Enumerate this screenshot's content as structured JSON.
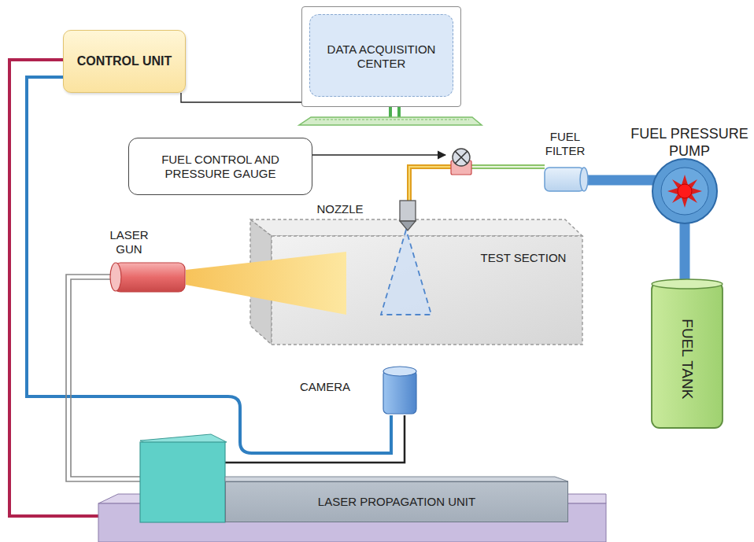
{
  "diagram": {
    "nodes": [
      {
        "text": [
          "CONTROL UNIT"
        ]
      },
      {
        "text": [
          "DATA ACQUISITION CENTER"
        ]
      },
      {
        "text": [
          "FUEL CONTROL AND PRESSURE GAUGE"
        ]
      },
      {
        "text": [
          "TEST SECTION"
        ]
      },
      {
        "text": [
          "FUEL TANK"
        ]
      },
      {
        "text": [
          "LASER PROPAGATION UNIT"
        ]
      }
    ],
    "edges": [
      {
        "from": 0,
        "to": 1,
        "arrow": "none"
      }
    ],
    "labels": [
      "FUEL FILTER",
      "FUEL PRESSURE PUMP",
      "NOZZLE",
      "LASER GUN",
      "CAMERA"
    ]
  }
}
